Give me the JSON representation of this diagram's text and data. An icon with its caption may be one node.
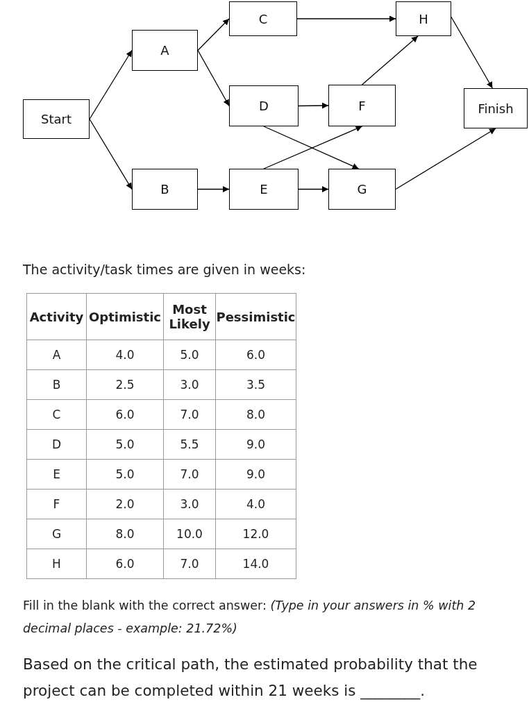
{
  "diagram": {
    "nodes": [
      {
        "text": [
          "Start"
        ]
      },
      {
        "text": [
          "A"
        ]
      },
      {
        "text": [
          "B"
        ]
      },
      {
        "text": [
          "C"
        ]
      },
      {
        "text": [
          "D"
        ]
      },
      {
        "text": [
          "E"
        ]
      },
      {
        "text": [
          "F"
        ]
      },
      {
        "text": [
          "G"
        ]
      },
      {
        "text": [
          "H"
        ]
      },
      {
        "text": [
          "Finish"
        ]
      }
    ],
    "edges": [
      {
        "from": 0,
        "to": 1,
        "arrow": "to"
      },
      {
        "from": 0,
        "to": 2,
        "arrow": "to"
      },
      {
        "from": 1,
        "to": 3,
        "arrow": "to"
      },
      {
        "from": 1,
        "to": 4,
        "arrow": "to"
      },
      {
        "from": 3,
        "to": 8,
        "arrow": "to"
      },
      {
        "from": 4,
        "to": 6,
        "arrow": "to"
      },
      {
        "from": 4,
        "to": 7,
        "arrow": "to"
      },
      {
        "from": 2,
        "to": 5,
        "arrow": "to"
      },
      {
        "from": 5,
        "to": 6,
        "arrow": "to"
      },
      {
        "from": 5,
        "to": 7,
        "arrow": "to"
      },
      {
        "from": 6,
        "to": 8,
        "arrow": "to"
      },
      {
        "from": 8,
        "to": 9,
        "arrow": "to"
      },
      {
        "from": 7,
        "to": 9,
        "arrow": "to"
      }
    ],
    "labels": [
      "The activity/task times are given in weeks:",
      "Activity",
      "Optimistic",
      "Most Likely",
      "Pessimistic",
      "A",
      "4.0",
      "5.0",
      "6.0",
      "B",
      "2.5",
      "3.0",
      "3.5",
      "C",
      "6.0",
      "7.0",
      "8.0",
      "D",
      "5.0",
      "5.5",
      "9.0",
      "E",
      "5.0",
      "7.0",
      "9.0",
      "F",
      "2.0",
      "3.0",
      "4.0",
      "G",
      "8.0",
      "10.0",
      "12.0",
      "H",
      "6.0",
      "7.0",
      "14.0",
      "Fill in the blank with the correct answer: *(Type in your answers in % with 2 decimal places - example: 21.72%)*",
      "Based on the critical path, the estimated probability that the project can be completed within 21 weeks is ________."
    ]
  }
}
